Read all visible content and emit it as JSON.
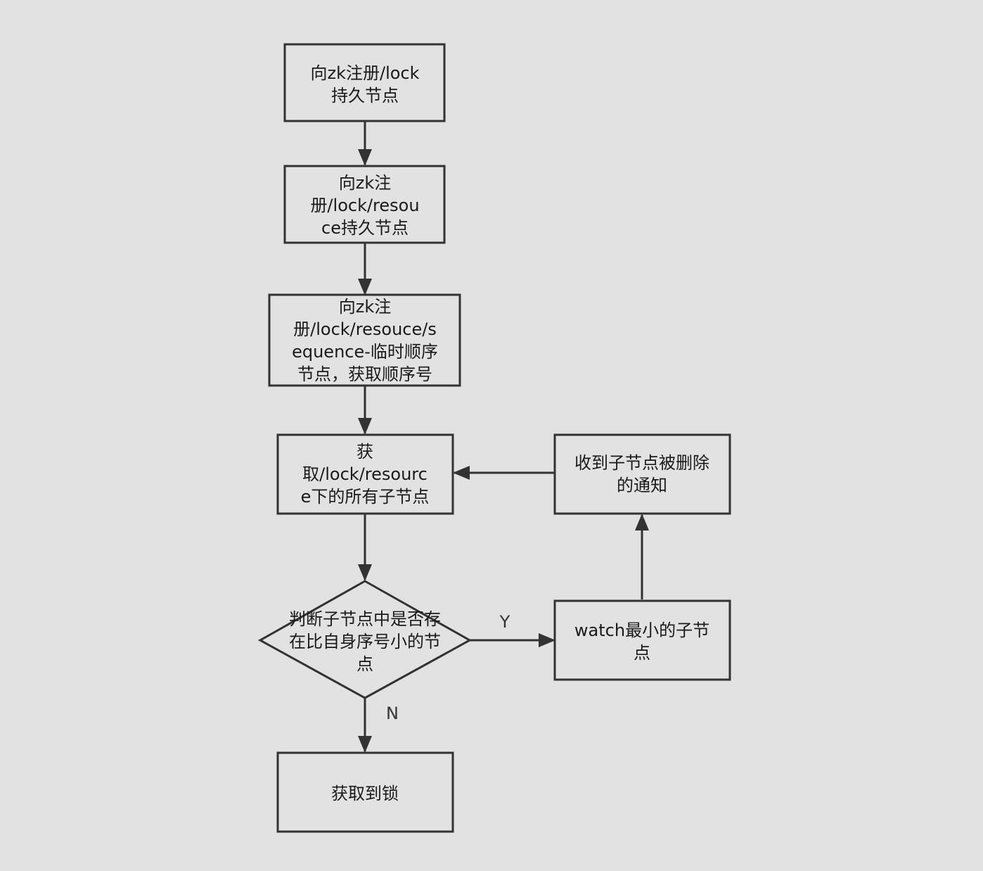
{
  "colors": {
    "background": "#e2e2e2",
    "stroke": "#333333",
    "text": "#1a1a1a"
  },
  "nodes": {
    "register_lock": {
      "lines": [
        "向zk注册/lock",
        "持久节点"
      ]
    },
    "register_resource": {
      "lines": [
        "向zk注",
        "册/lock/resou",
        "ce持久节点"
      ]
    },
    "register_sequence": {
      "lines": [
        "向zk注",
        "册/lock/resouce/s",
        "equence-临时顺序",
        "节点，获取顺序号"
      ]
    },
    "get_children": {
      "lines": [
        "获",
        "取/lock/resourc",
        "e下的所有子节点"
      ]
    },
    "check_smaller": {
      "lines": [
        "判断子节点中是否存",
        "在比自身序号小的节",
        "点"
      ]
    },
    "acquire_lock": {
      "lines": [
        "获取到锁"
      ]
    },
    "watch_smallest": {
      "lines": [
        "watch最小的子节",
        "点"
      ]
    },
    "receive_delete": {
      "lines": [
        "收到子节点被删除",
        "的通知"
      ]
    }
  },
  "edge_labels": {
    "yes": "Y",
    "no": "N"
  }
}
